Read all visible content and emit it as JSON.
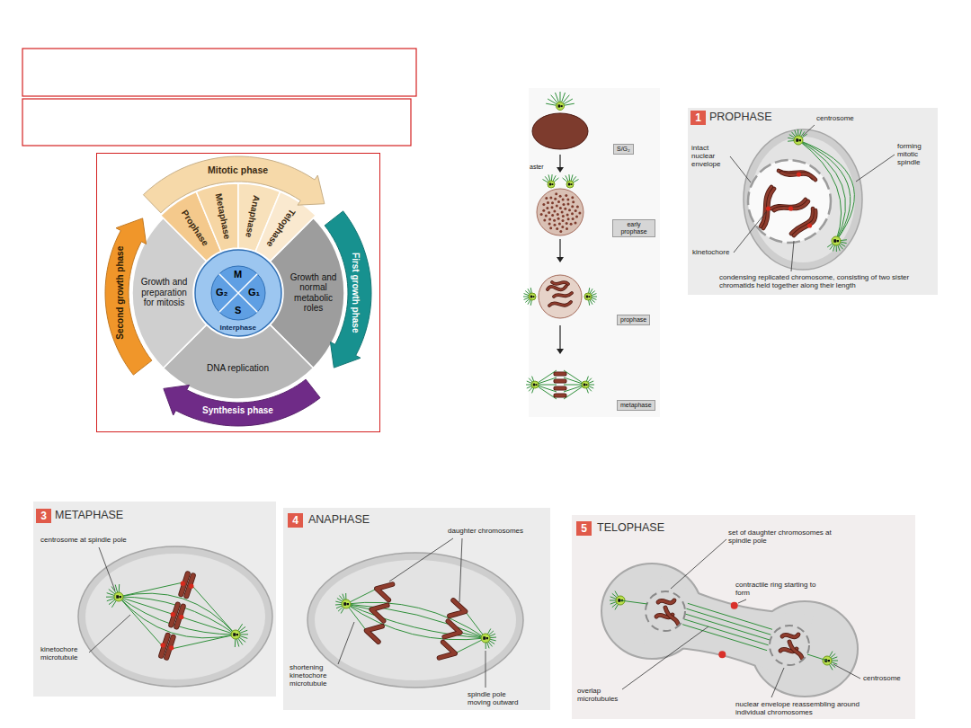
{
  "diagram": {
    "nodes": [
      {
        "text": [
          "Mitotic phase",
          "Prophase",
          "Metaphase",
          "Anaphase",
          "Telophase",
          "Growth and preparation for mitosis",
          "Growth and normal metabolic roles",
          "DNA replication",
          "Second growth phase",
          "First growth phase",
          "Synthesis phase"
        ]
      },
      {
        "text": [
          "M",
          "G₂",
          "G₁",
          "S",
          "Interphase"
        ],
        "in": 0
      },
      {
        "text": [
          "S/G₂"
        ]
      },
      {
        "text": [
          "early prophase"
        ]
      },
      {
        "text": [
          "prophase"
        ]
      },
      {
        "text": [
          "metaphase"
        ]
      },
      {
        "text": [
          "PROPHASE",
          "centrosome",
          "intact nuclear envelope",
          "forming mitotic spindle",
          "kinetochore",
          "condensing replicated chromosome, consisting of two sister chromatids held together along their length"
        ]
      },
      {
        "text": [
          "1"
        ],
        "in": 6
      },
      {
        "text": [
          "METAPHASE",
          "centrosome at spindle pole",
          "kinetochore microtubule"
        ]
      },
      {
        "text": [
          "3"
        ],
        "in": 8
      },
      {
        "text": [
          "ANAPHASE",
          "daughter chromosomes",
          "shortening kinetochore microtubule",
          "spindle pole moving outward"
        ]
      },
      {
        "text": [
          "4"
        ],
        "in": 10
      },
      {
        "text": [
          "TELOPHASE",
          "set of daughter chromosomes at spindle pole",
          "contractile ring starting to form",
          "overlap microtubules",
          "centrosome",
          "nuclear envelope reassembling around individual chromosomes"
        ]
      },
      {
        "text": [
          "5"
        ],
        "in": 12
      }
    ],
    "labels": [
      "aster"
    ]
  }
}
